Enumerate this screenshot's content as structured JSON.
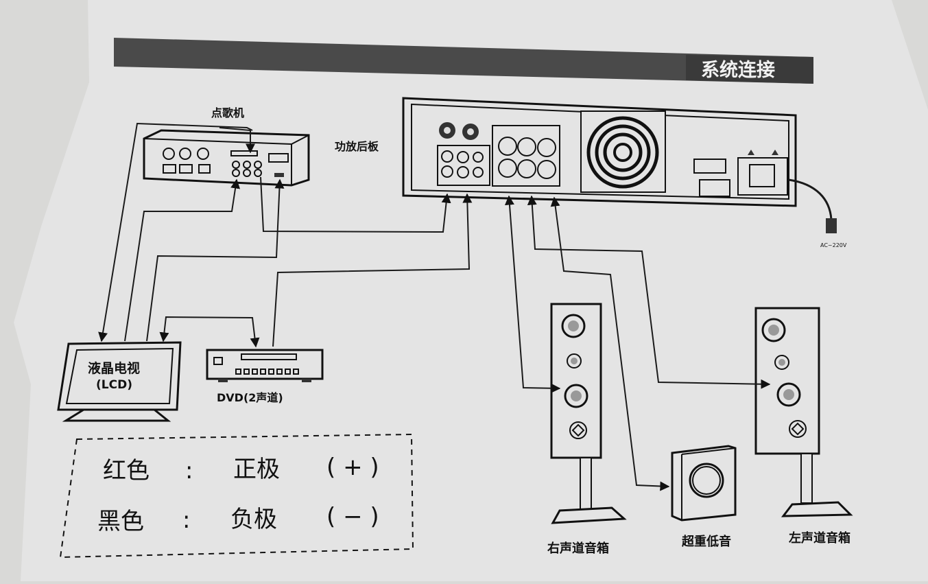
{
  "header": {
    "title": "系统连接"
  },
  "devices": {
    "karaoke": {
      "label": "点歌机"
    },
    "amp": {
      "label": "功放后板",
      "power_label": "AC~220V"
    },
    "tv": {
      "label_line1": "液晶电视",
      "label_line2": "(LCD)"
    },
    "dvd": {
      "label": "DVD(2声道)"
    },
    "right_speaker": {
      "label": "右声道音箱"
    },
    "subwoofer": {
      "label": "超重低音"
    },
    "left_speaker": {
      "label": "左声道音箱"
    }
  },
  "legend": {
    "rows": [
      {
        "color": "红色",
        "sep": ":",
        "meaning": "正极",
        "sign": "( + )"
      },
      {
        "color": "黑色",
        "sep": ":",
        "meaning": "负极",
        "sign": "( − )"
      }
    ]
  },
  "colors": {
    "paper": "#e4e4e4",
    "background": "#d9d9d7",
    "header_bar": "#4a4a4a",
    "ink": "#111111"
  }
}
